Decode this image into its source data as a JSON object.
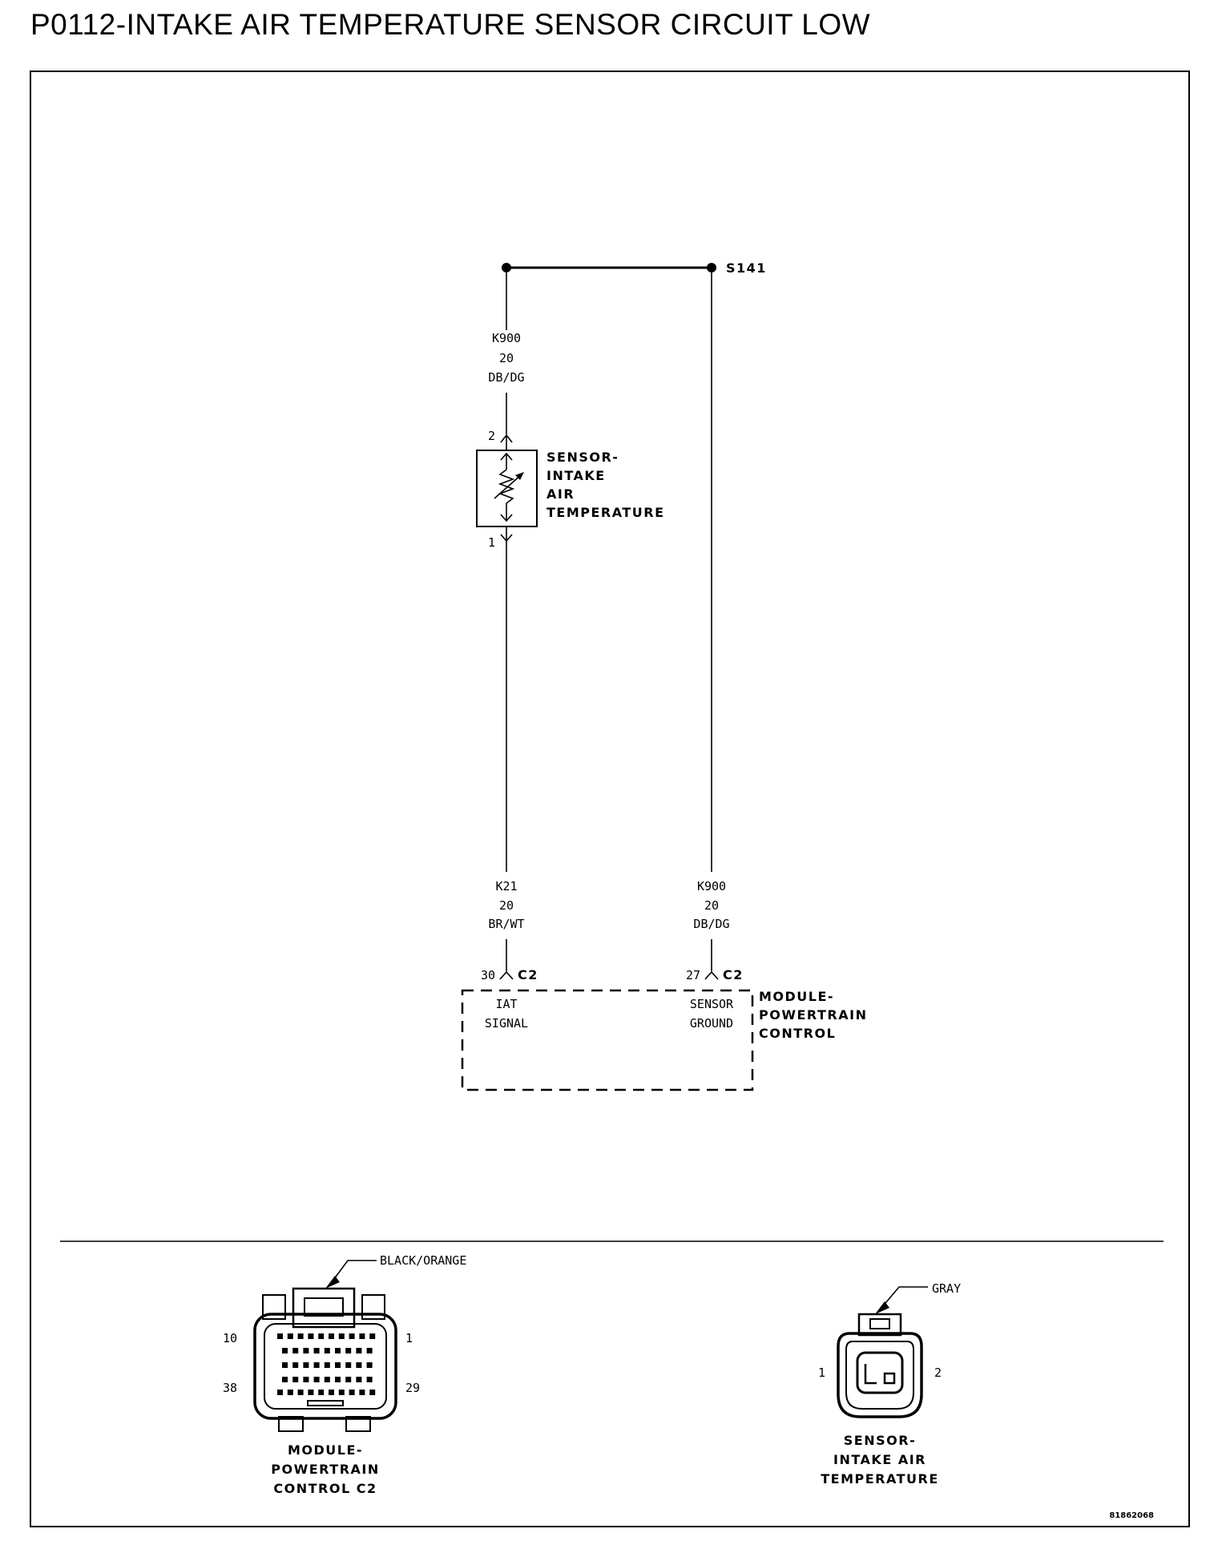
{
  "title": "P0112-INTAKE AIR TEMPERATURE SENSOR CIRCUIT LOW",
  "splice": {
    "label": "S141"
  },
  "wires": {
    "top": {
      "circuit": "K900",
      "gauge": "20",
      "color": "DB/DG"
    },
    "signal": {
      "circuit": "K21",
      "gauge": "20",
      "color": "BR/WT"
    },
    "ground": {
      "circuit": "K900",
      "gauge": "20",
      "color": "DB/DG"
    }
  },
  "sensor": {
    "pin_top": "2",
    "pin_bottom": "1",
    "name_lines": [
      "SENSOR-",
      "INTAKE",
      "AIR",
      "TEMPERATURE"
    ]
  },
  "pcm": {
    "pin_signal": "30",
    "pin_ground": "27",
    "connector": "C2",
    "signal_label_lines": [
      "IAT",
      "SIGNAL"
    ],
    "ground_label_lines": [
      "SENSOR",
      "GROUND"
    ],
    "name_lines": [
      "MODULE-",
      "POWERTRAIN",
      "CONTROL"
    ]
  },
  "connector_views": {
    "pcm": {
      "color_label": "BLACK/ORANGE",
      "pins": {
        "top_left": "10",
        "top_right": "1",
        "bottom_left": "38",
        "bottom_right": "29"
      },
      "caption_lines": [
        "MODULE-",
        "POWERTRAIN",
        "CONTROL C2"
      ]
    },
    "sensor": {
      "color_label": "GRAY",
      "pins": {
        "left": "1",
        "right": "2"
      },
      "caption_lines": [
        "SENSOR-",
        "INTAKE AIR",
        "TEMPERATURE"
      ]
    }
  },
  "figure_id": "81862068"
}
